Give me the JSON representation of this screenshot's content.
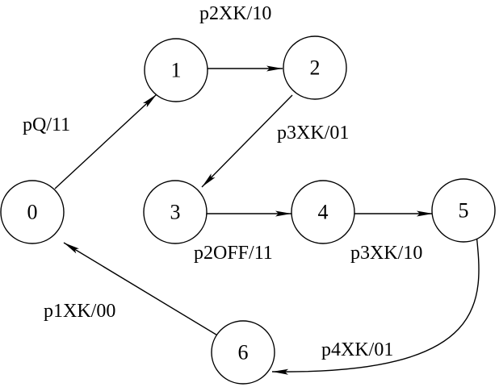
{
  "states": {
    "s0": "0",
    "s1": "1",
    "s2": "2",
    "s3": "3",
    "s4": "4",
    "s5": "5",
    "s6": "6"
  },
  "transitions": {
    "t_0_1": "pQ/11",
    "t_1_2": "p2XK/10",
    "t_2_3": "p3XK/01",
    "t_3_4": "p2OFF/11",
    "t_4_5": "p3XK/10",
    "t_5_6": "p4XK/01",
    "t_6_0": "p1XK/00"
  },
  "colors": {
    "stroke": "#000000",
    "background": "#ffffff"
  }
}
